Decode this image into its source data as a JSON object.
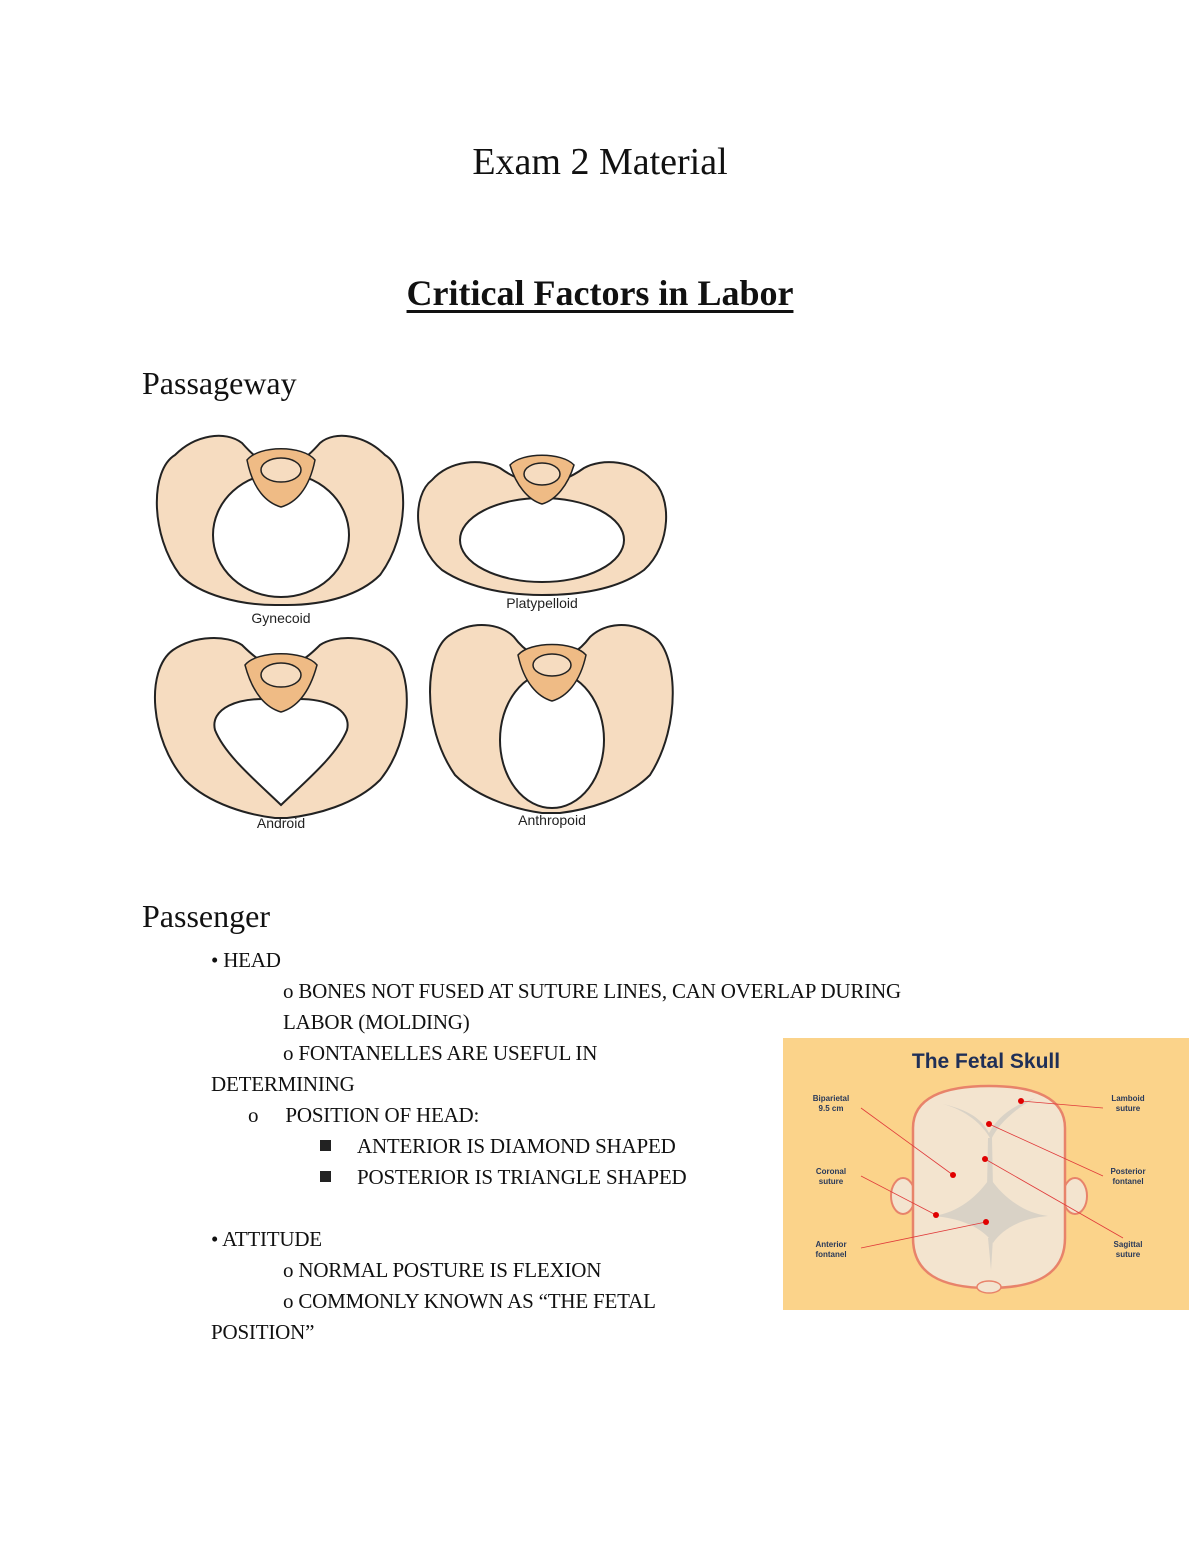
{
  "document": {
    "title": "Exam 2 Material",
    "section_title": "Critical Factors in Labor"
  },
  "passageway": {
    "heading": "Passageway",
    "figure": {
      "labels": [
        "Gynecoid",
        "Platypelloid",
        "Android",
        "Anthropoid"
      ],
      "colors": {
        "bone": "#f6dcc0",
        "sacrum": "#efbb85",
        "outline": "#222222"
      }
    }
  },
  "passenger": {
    "heading": "Passenger",
    "head": {
      "bullet": "•",
      "label": "HEAD",
      "items": [
        {
          "marker": "o",
          "text": "BONES NOT FUSED AT SUTURE LINES, CAN OVERLAP DURING",
          "cont": "LABOR (MOLDING)"
        },
        {
          "marker": "o",
          "text": "FONTANELLES ARE USEFUL IN",
          "cont": "DETERMINING"
        }
      ],
      "sub": {
        "marker": "o",
        "text": "POSITION OF HEAD:",
        "items": [
          "ANTERIOR IS DIAMOND SHAPED",
          "POSTERIOR IS TRIANGLE SHAPED"
        ]
      }
    },
    "attitude": {
      "bullet": "•",
      "label": "ATTITUDE",
      "items": [
        {
          "marker": "o",
          "text": "NORMAL POSTURE IS FLEXION"
        },
        {
          "marker": "o",
          "text": "COMMONLY KNOWN AS “THE FETAL",
          "cont": "POSITION”"
        }
      ]
    }
  },
  "fetal_skull": {
    "title": "The Fetal Skull",
    "labels": {
      "biparietal": [
        "Biparietal",
        "9.5 cm"
      ],
      "coronal": [
        "Coronal",
        "suture"
      ],
      "anterior": [
        "Anterior",
        "fontanel"
      ],
      "lamboid": [
        "Lamboid",
        "suture"
      ],
      "posterior": [
        "Posterior",
        "fontanel"
      ],
      "sagittal": [
        "Sagittal",
        "suture"
      ]
    },
    "colors": {
      "background": "#fbd38a",
      "head": "#f3e4cf",
      "marker": "#e00000",
      "title": "#1f2f57"
    }
  }
}
